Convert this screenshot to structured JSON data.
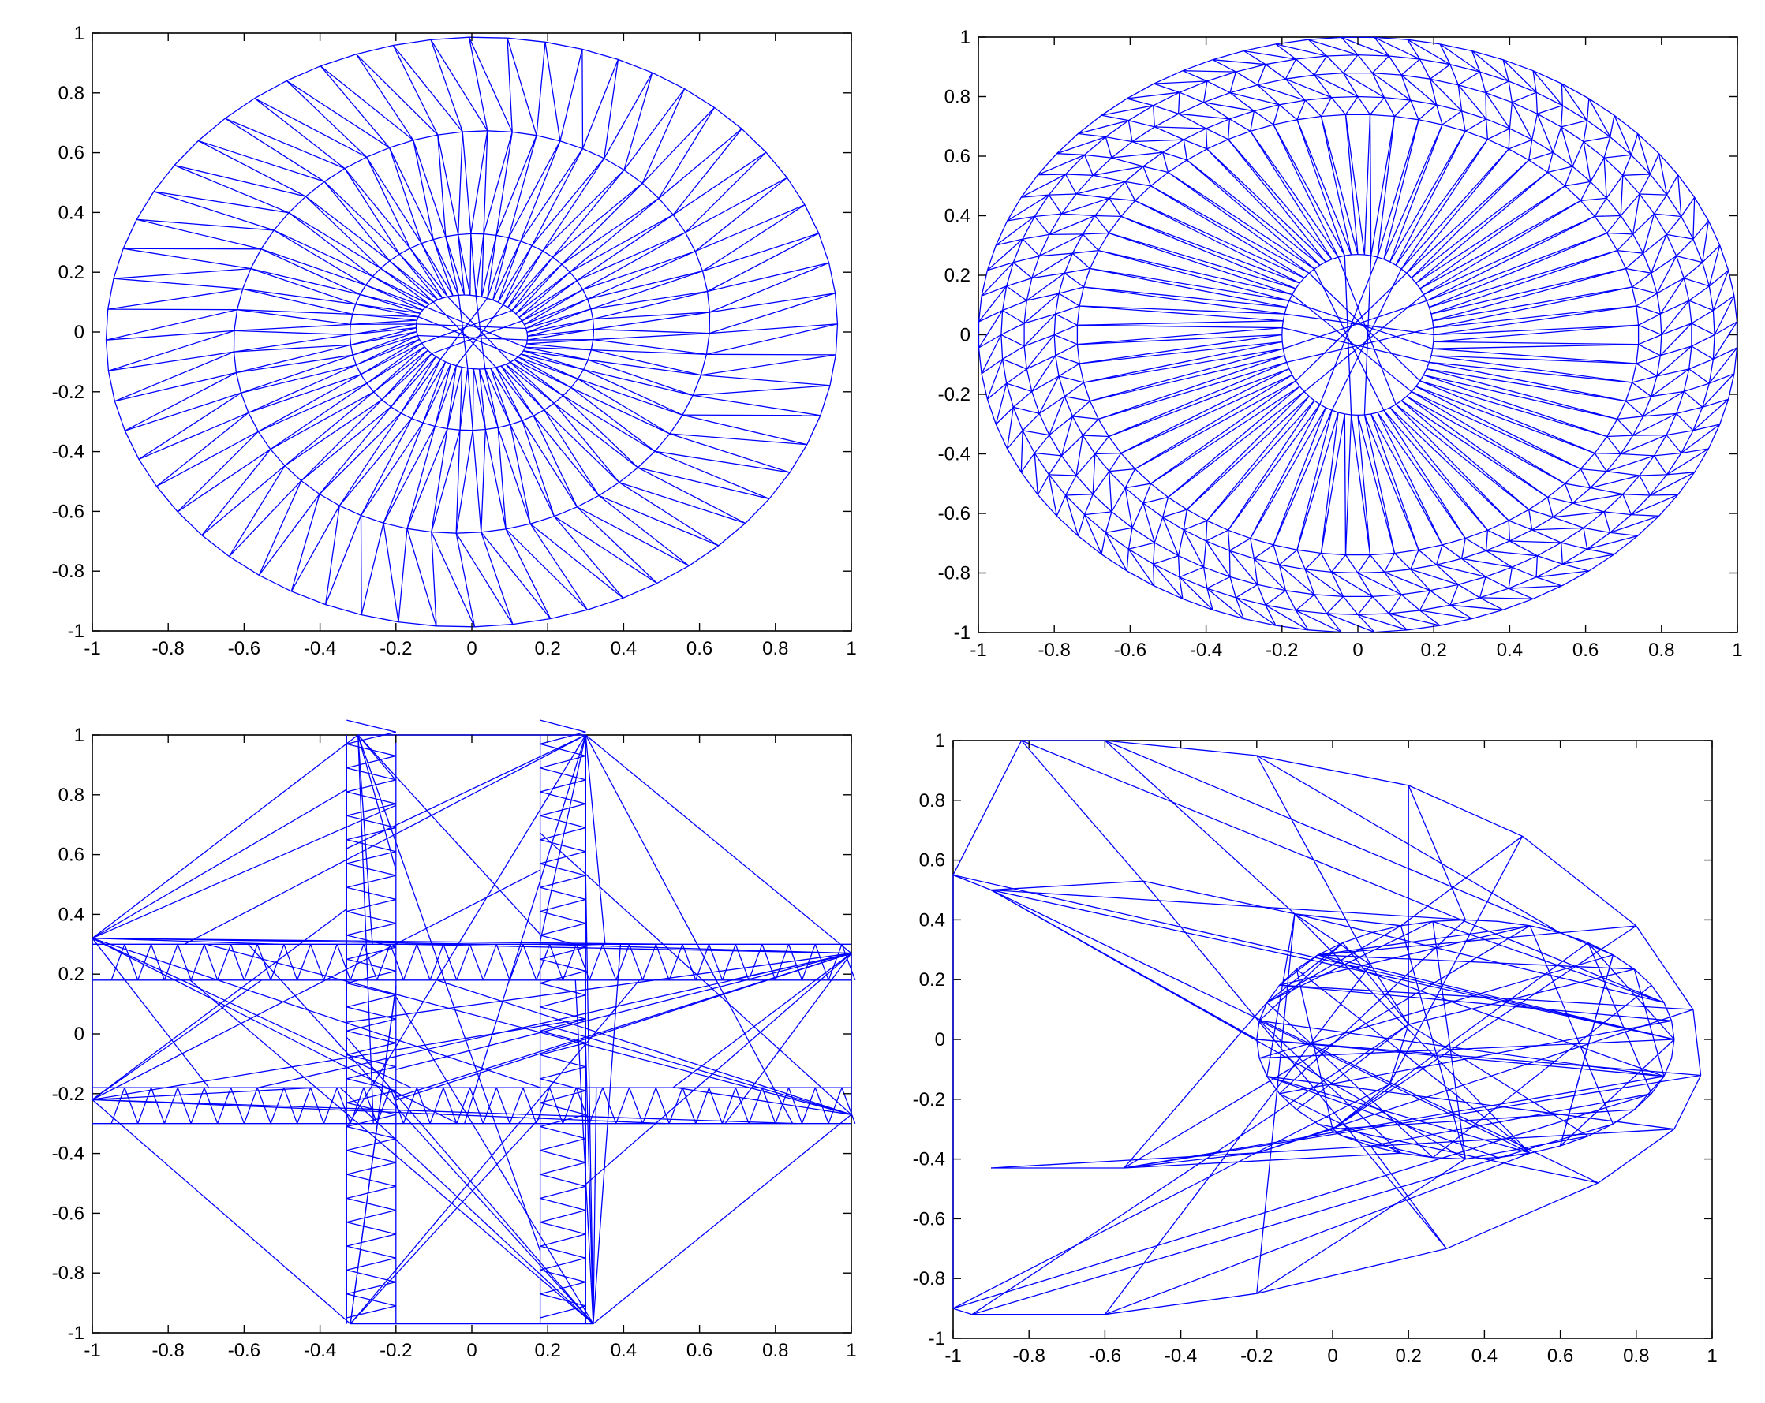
{
  "figure": {
    "background": "#ffffff",
    "mesh_color": "#0000ff",
    "axes_color": "#000000"
  },
  "chart_data": [
    {
      "type": "scatter",
      "title": "",
      "xlabel": "",
      "ylabel": "",
      "xlim": [
        -1,
        1
      ],
      "ylim": [
        -1,
        1
      ],
      "x_tick_values": [
        -1,
        -0.8,
        -0.6,
        -0.4,
        -0.2,
        0,
        0.2,
        0.4,
        0.6,
        0.8,
        1
      ],
      "y_tick_values": [
        -1,
        -0.8,
        -0.6,
        -0.4,
        -0.2,
        0,
        0.2,
        0.4,
        0.6,
        0.8,
        1
      ],
      "x_tick_labels": [
        "-1",
        "-0.8",
        "-0.6",
        "-0.4",
        "-0.2",
        "0",
        "0.2",
        "0.4",
        "0.6",
        "0.8",
        "1"
      ],
      "y_tick_labels": [
        "-1",
        "-0.8",
        "-0.6",
        "-0.4",
        "-0.2",
        "0",
        "0.2",
        "0.4",
        "0.6",
        "0.8",
        "1"
      ],
      "grid": false,
      "mesh": {
        "kind": "rings",
        "center": [
          0,
          0
        ],
        "rotation_deg": -20,
        "radii_x": [
          0.15,
          0.32,
          0.62,
          0.96
        ],
        "radii_y": [
          0.12,
          0.33,
          0.68,
          0.99
        ],
        "segments": 60
      }
    },
    {
      "type": "scatter",
      "title": "",
      "xlabel": "",
      "ylabel": "",
      "xlim": [
        -1,
        1
      ],
      "ylim": [
        -1,
        1
      ],
      "x_tick_values": [
        -1,
        -0.8,
        -0.6,
        -0.4,
        -0.2,
        0,
        0.2,
        0.4,
        0.6,
        0.8,
        1
      ],
      "y_tick_values": [
        -1,
        -0.8,
        -0.6,
        -0.4,
        -0.2,
        0,
        0.2,
        0.4,
        0.6,
        0.8,
        1
      ],
      "x_tick_labels": [
        "-1",
        "-0.8",
        "-0.6",
        "-0.4",
        "-0.2",
        "0",
        "0.2",
        "0.4",
        "0.6",
        "0.8",
        "1"
      ],
      "y_tick_labels": [
        "-1",
        "-0.8",
        "-0.6",
        "-0.4",
        "-0.2",
        "0",
        "0.2",
        "0.4",
        "0.6",
        "0.8",
        "1"
      ],
      "grid": false,
      "mesh": {
        "kind": "rings",
        "center": [
          0,
          0
        ],
        "rotation_deg": 0,
        "radii_x": [
          0.2,
          0.74,
          0.8,
          0.88,
          0.94,
          1.0
        ],
        "radii_y": [
          0.27,
          0.74,
          0.8,
          0.88,
          0.94,
          1.0
        ],
        "segments": 72
      }
    },
    {
      "type": "scatter",
      "title": "",
      "xlabel": "",
      "ylabel": "",
      "xlim": [
        -1,
        1
      ],
      "ylim": [
        -1,
        1
      ],
      "x_tick_values": [
        -1,
        -0.8,
        -0.6,
        -0.4,
        -0.2,
        0,
        0.2,
        0.4,
        0.6,
        0.8,
        1
      ],
      "y_tick_values": [
        -1,
        -0.8,
        -0.6,
        -0.4,
        -0.2,
        0,
        0.2,
        0.4,
        0.6,
        0.8,
        1
      ],
      "x_tick_labels": [
        "-1",
        "-0.8",
        "-0.6",
        "-0.4",
        "-0.2",
        "0",
        "0.2",
        "0.4",
        "0.6",
        "0.8",
        "1"
      ],
      "y_tick_labels": [
        "-1",
        "-0.8",
        "-0.6",
        "-0.4",
        "-0.2",
        "0",
        "0.2",
        "0.4",
        "0.6",
        "0.8",
        "1"
      ],
      "grid": false,
      "mesh": {
        "kind": "cross",
        "outline": [
          [
            -1,
            0.32
          ],
          [
            -0.3,
            1
          ],
          [
            0.3,
            1
          ],
          [
            1,
            0.27
          ],
          [
            1,
            -0.27
          ],
          [
            0.32,
            -0.97
          ],
          [
            -0.32,
            -0.97
          ],
          [
            -1,
            -0.22
          ]
        ],
        "bands_y": [
          [
            -0.3,
            -0.18
          ],
          [
            0.18,
            0.3
          ]
        ],
        "bands_x": [
          [
            -0.33,
            -0.2
          ],
          [
            0.18,
            0.3
          ]
        ]
      }
    },
    {
      "type": "scatter",
      "title": "",
      "xlabel": "",
      "ylabel": "",
      "xlim": [
        -1,
        1
      ],
      "ylim": [
        -1,
        1
      ],
      "x_tick_values": [
        -1,
        -0.8,
        -0.6,
        -0.4,
        -0.2,
        0,
        0.2,
        0.4,
        0.6,
        0.8,
        1
      ],
      "y_tick_values": [
        -1,
        -0.8,
        -0.6,
        -0.4,
        -0.2,
        0,
        0.2,
        0.4,
        0.6,
        0.8,
        1
      ],
      "x_tick_labels": [
        "-1",
        "-0.8",
        "-0.6",
        "-0.4",
        "-0.2",
        "0",
        "0.2",
        "0.4",
        "0.6",
        "0.8",
        "1"
      ],
      "y_tick_labels": [
        "-1",
        "-0.8",
        "-0.6",
        "-0.4",
        "-0.2",
        "0",
        "0.2",
        "0.4",
        "0.6",
        "0.8",
        "1"
      ],
      "grid": false,
      "mesh": {
        "kind": "domain",
        "outer": [
          [
            -1,
            0.55
          ],
          [
            -0.82,
            1.0
          ],
          [
            -0.6,
            1.0
          ],
          [
            -0.2,
            0.95
          ],
          [
            0.2,
            0.85
          ],
          [
            0.5,
            0.68
          ],
          [
            0.8,
            0.38
          ],
          [
            0.95,
            0.1
          ],
          [
            0.97,
            -0.12
          ],
          [
            0.9,
            -0.3
          ],
          [
            0.7,
            -0.48
          ],
          [
            0.3,
            -0.7
          ],
          [
            -0.2,
            -0.85
          ],
          [
            -0.6,
            -0.92
          ],
          [
            -0.95,
            -0.92
          ],
          [
            -1,
            -0.9
          ]
        ],
        "inner": [
          [
            -0.9,
            0.5
          ],
          [
            -0.5,
            0.53
          ],
          [
            -0.1,
            0.42
          ],
          [
            0.1,
            0.25
          ],
          [
            0.2,
            0.05
          ],
          [
            0.15,
            -0.15
          ],
          [
            0.0,
            -0.3
          ],
          [
            -0.2,
            -0.38
          ],
          [
            -0.55,
            -0.43
          ],
          [
            -0.9,
            -0.43
          ]
        ],
        "ellipse": {
          "center": [
            0.35,
            0.0
          ],
          "rx": 0.55,
          "ry": 0.4,
          "segments": 40
        }
      }
    }
  ]
}
